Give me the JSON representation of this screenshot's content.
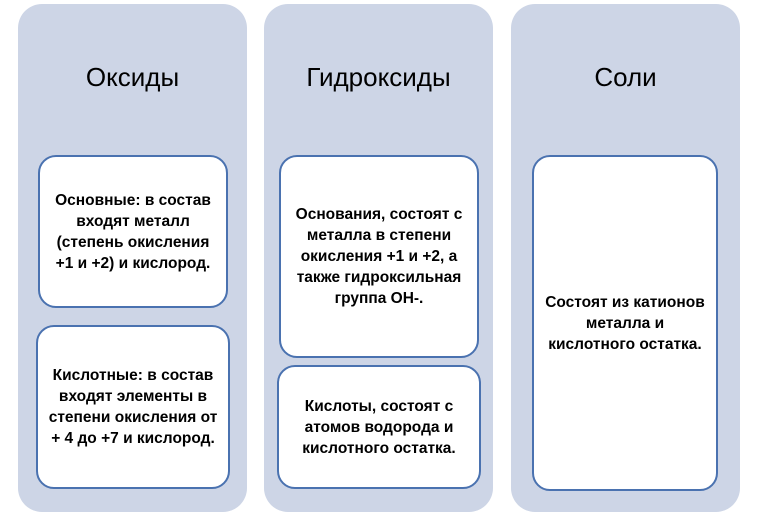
{
  "columns": [
    {
      "title": "Оксиды",
      "cards": [
        "Основные: в состав входят металл (степень окисления +1 и +2) и кислород.",
        "Кислотные: в состав входят элементы в степени окисления от + 4 до +7 и кислород."
      ]
    },
    {
      "title": "Гидроксиды",
      "cards": [
        "Основания, состоят с металла в степени окисления +1 и +2, а также гидроксильная группа ОН-.",
        "Кислоты, состоят с атомов водорода и кислотного остатка."
      ]
    },
    {
      "title": "Соли",
      "cards": [
        "Состоят из катионов металла и кислотного остатка."
      ]
    }
  ],
  "colors": {
    "column_background": "#cdd5e6",
    "card_border": "#4a72b0",
    "card_background": "#ffffff"
  }
}
